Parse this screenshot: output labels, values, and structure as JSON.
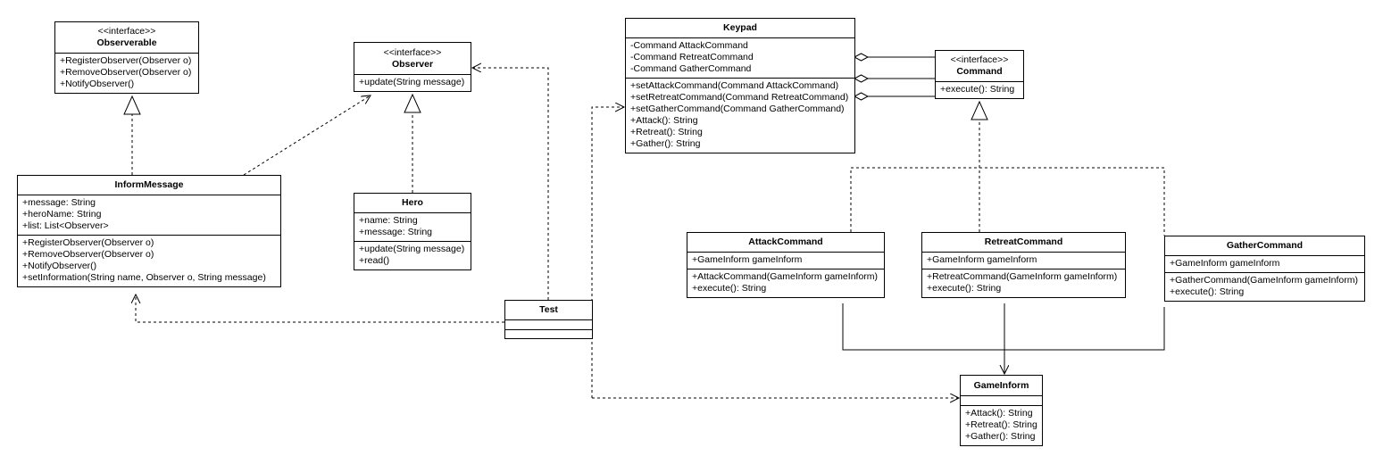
{
  "classes": [
    {
      "id": "observerable",
      "stereotype": "<<interface>>",
      "name": "Observerable",
      "attributes": [],
      "operations": [
        "+RegisterObserver(Observer o)",
        "+RemoveObserver(Observer o)",
        "+NotifyObserver()"
      ]
    },
    {
      "id": "observer",
      "stereotype": "<<interface>>",
      "name": "Observer",
      "attributes": [],
      "operations": [
        "+update(String message)"
      ]
    },
    {
      "id": "inform-message",
      "name": "InformMessage",
      "attributes": [
        "+message: String",
        "+heroName: String",
        "+list: List<Observer>"
      ],
      "operations": [
        "+RegisterObserver(Observer o)",
        "+RemoveObserver(Observer o)",
        "+NotifyObserver()",
        "+setInformation(String name, Observer o, String message)"
      ]
    },
    {
      "id": "hero",
      "name": "Hero",
      "attributes": [
        "+name: String",
        "+message: String"
      ],
      "operations": [
        "+update(String message)",
        "+read()"
      ]
    },
    {
      "id": "test",
      "name": "Test",
      "attributes": [],
      "operations": []
    },
    {
      "id": "keypad",
      "name": "Keypad",
      "attributes": [
        "-Command AttackCommand",
        "-Command RetreatCommand",
        "-Command GatherCommand"
      ],
      "operations": [
        "+setAttackCommand(Command AttackCommand)",
        "+setRetreatCommand(Command RetreatCommand)",
        "+setGatherCommand(Command GatherCommand)",
        "+Attack(): String",
        "+Retreat(): String",
        "+Gather(): String"
      ]
    },
    {
      "id": "command",
      "stereotype": "<<interface>>",
      "name": "Command",
      "attributes": [],
      "operations": [
        "+execute(): String"
      ]
    },
    {
      "id": "attack-command",
      "name": "AttackCommand",
      "attributes": [
        "+GameInform gameInform"
      ],
      "operations": [
        "+AttackCommand(GameInform gameInform)",
        "+execute(): String"
      ]
    },
    {
      "id": "retreat-command",
      "name": "RetreatCommand",
      "attributes": [
        "+GameInform gameInform"
      ],
      "operations": [
        "+RetreatCommand(GameInform gameInform)",
        "+execute(): String"
      ]
    },
    {
      "id": "gather-command",
      "name": "GatherCommand",
      "attributes": [
        "+GameInform gameInform"
      ],
      "operations": [
        "+GatherCommand(GameInform gameInform)",
        "+execute(): String"
      ]
    },
    {
      "id": "game-inform",
      "name": "GameInform",
      "attributes": [],
      "operations": [
        "+Attack(): String",
        "+Retreat(): String",
        "+Gather(): String"
      ]
    }
  ]
}
